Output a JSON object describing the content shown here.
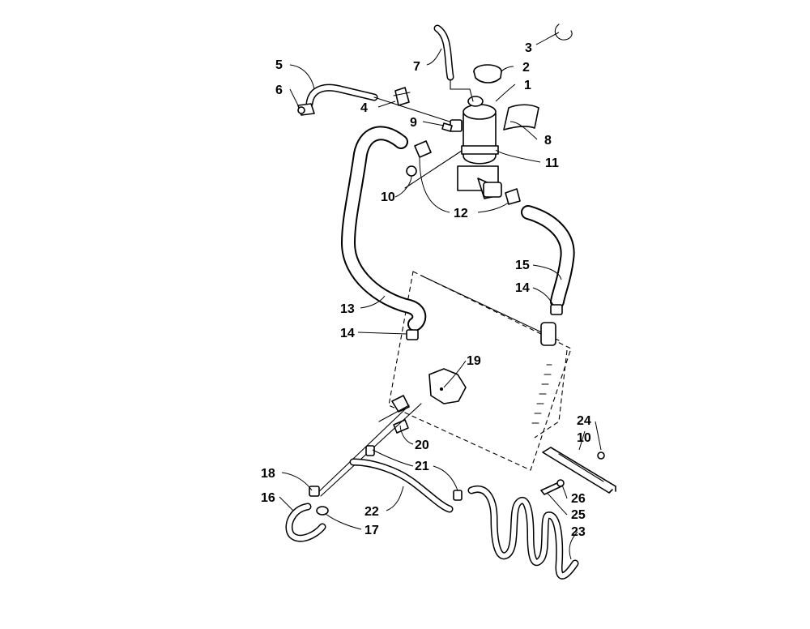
{
  "callouts": [
    {
      "id": "c1",
      "label": "1"
    },
    {
      "id": "c2",
      "label": "2"
    },
    {
      "id": "c3",
      "label": "3"
    },
    {
      "id": "c4",
      "label": "4"
    },
    {
      "id": "c5",
      "label": "5"
    },
    {
      "id": "c6",
      "label": "6"
    },
    {
      "id": "c7",
      "label": "7"
    },
    {
      "id": "c8",
      "label": "8"
    },
    {
      "id": "c9",
      "label": "9"
    },
    {
      "id": "c10a",
      "label": "10"
    },
    {
      "id": "c10b",
      "label": "10"
    },
    {
      "id": "c11",
      "label": "11"
    },
    {
      "id": "c12",
      "label": "12"
    },
    {
      "id": "c13",
      "label": "13"
    },
    {
      "id": "c14a",
      "label": "14"
    },
    {
      "id": "c14b",
      "label": "14"
    },
    {
      "id": "c15",
      "label": "15"
    },
    {
      "id": "c16",
      "label": "16"
    },
    {
      "id": "c17",
      "label": "17"
    },
    {
      "id": "c18",
      "label": "18"
    },
    {
      "id": "c19",
      "label": "19"
    },
    {
      "id": "c20",
      "label": "20"
    },
    {
      "id": "c21",
      "label": "21"
    },
    {
      "id": "c22",
      "label": "22"
    },
    {
      "id": "c23",
      "label": "23"
    },
    {
      "id": "c24",
      "label": "24"
    },
    {
      "id": "c25",
      "label": "25"
    },
    {
      "id": "c26",
      "label": "26"
    }
  ]
}
